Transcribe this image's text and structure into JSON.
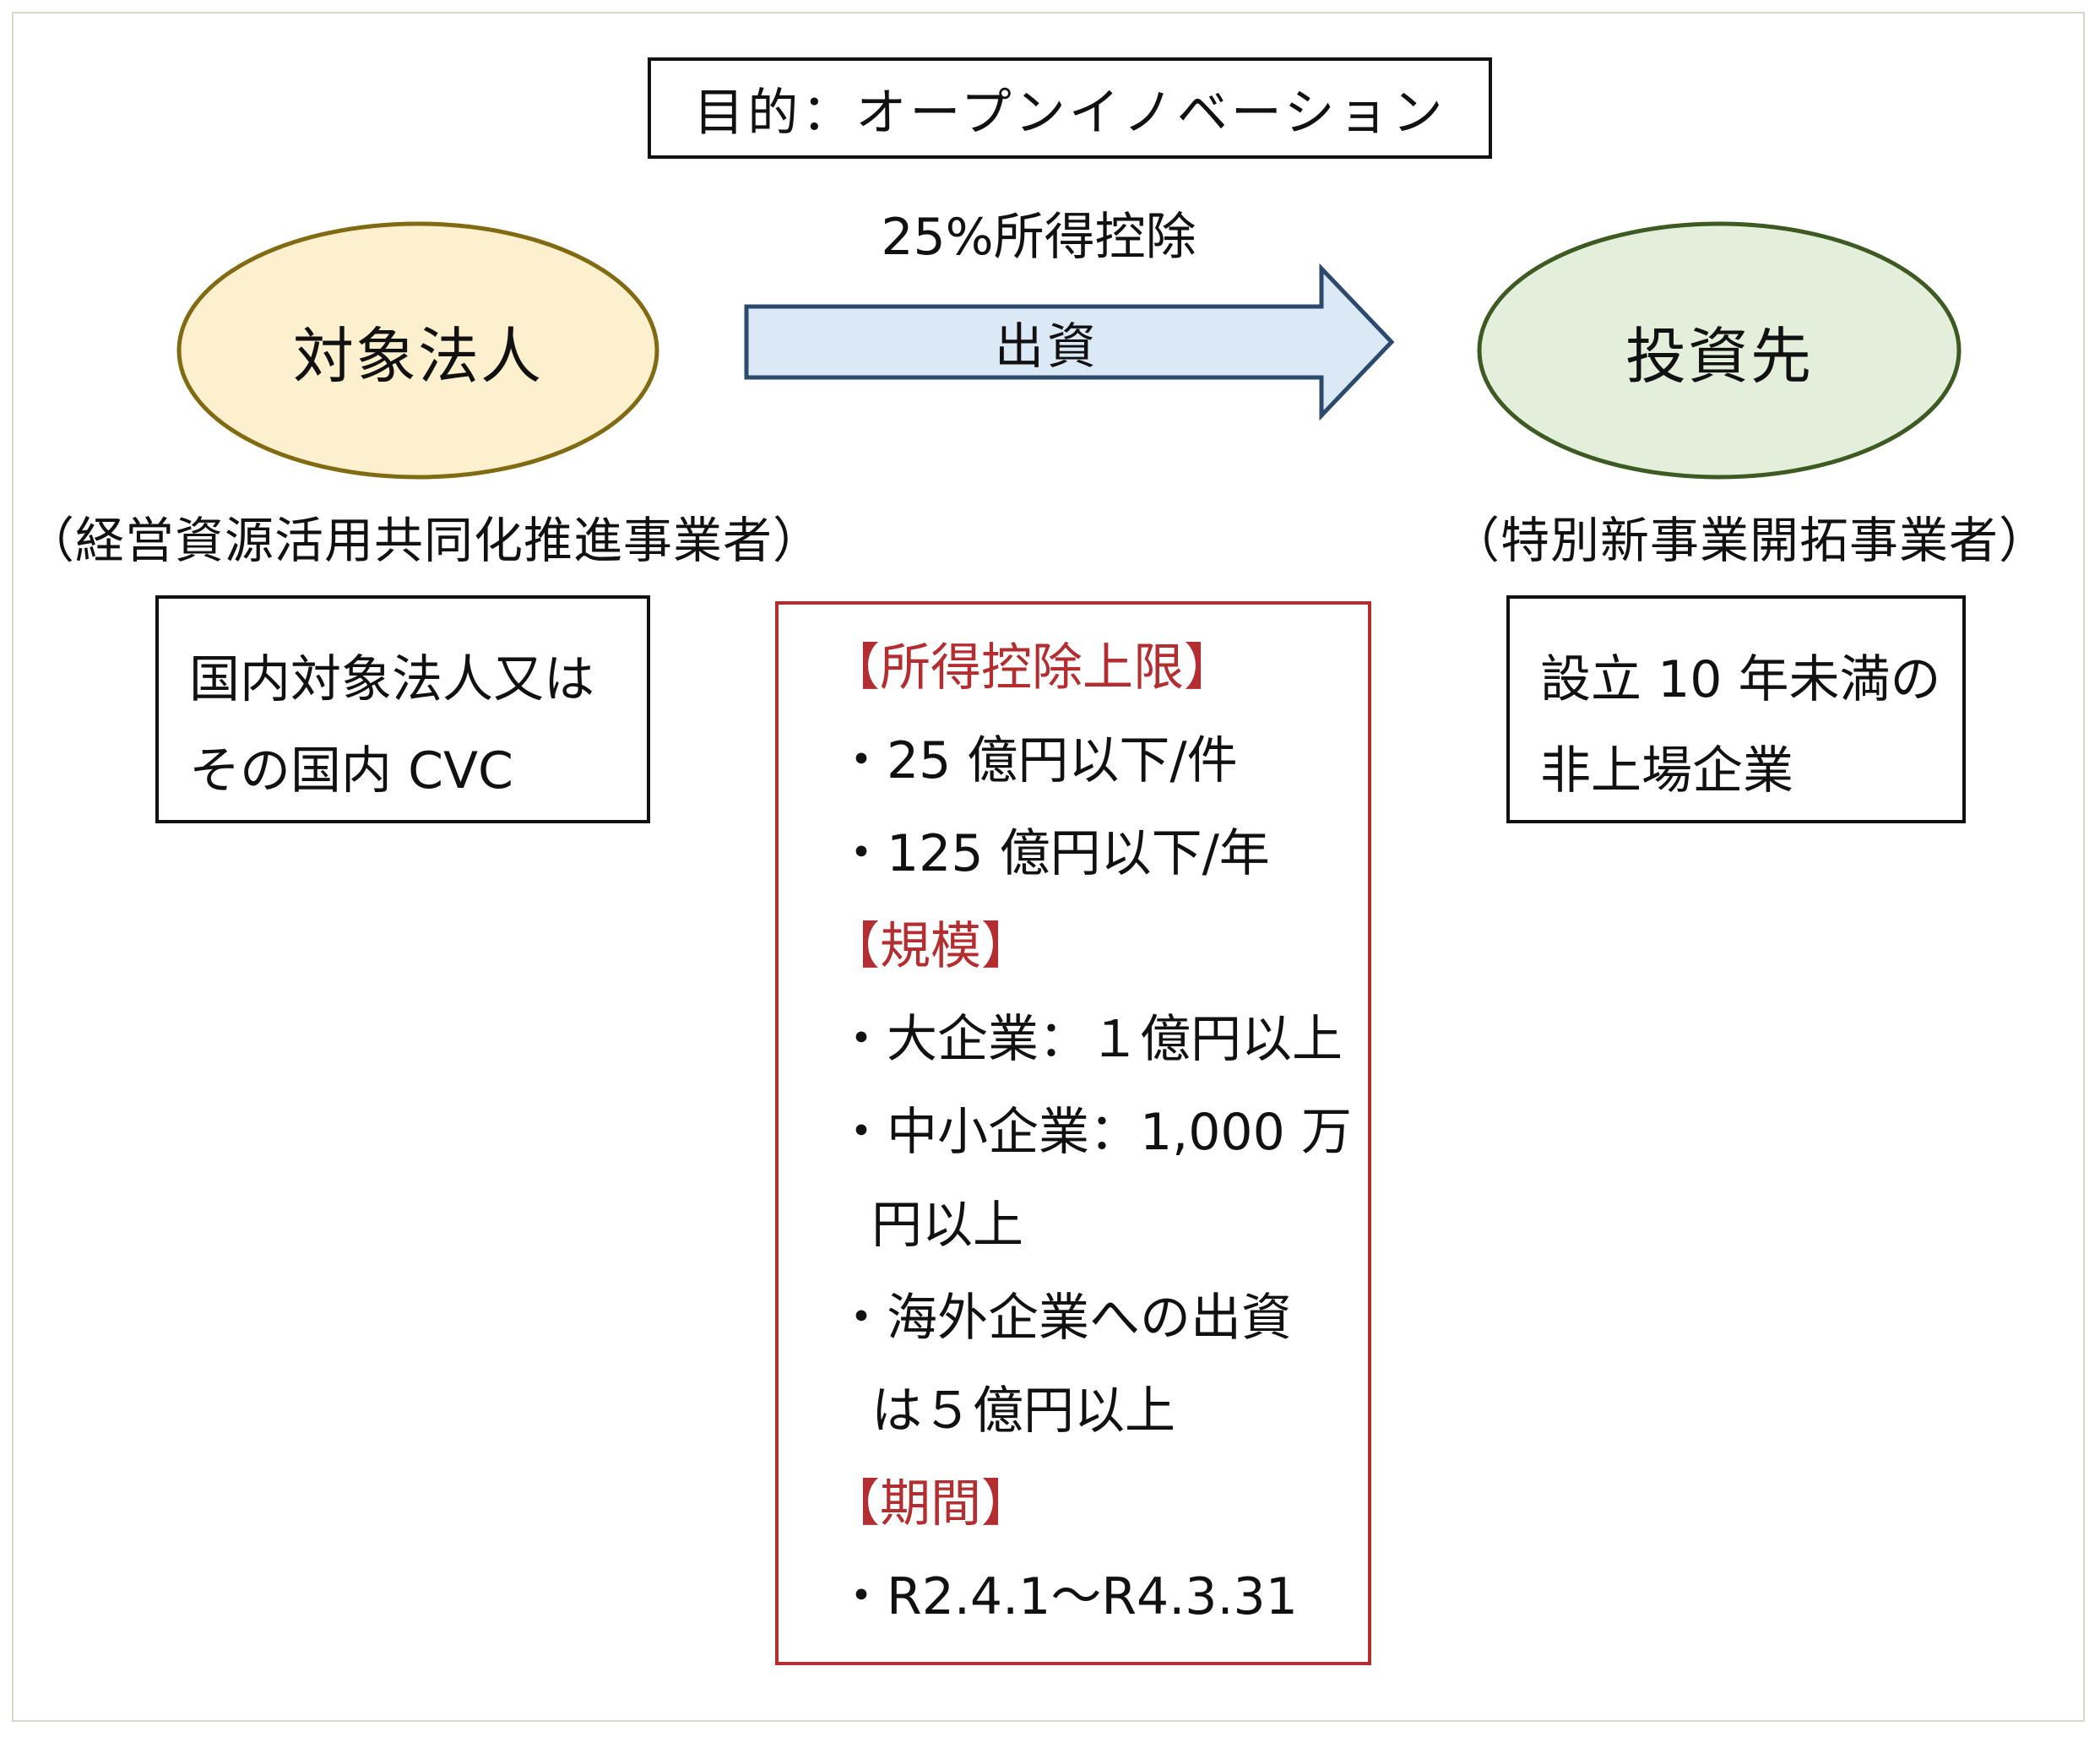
{
  "purpose": "目的：オープンイノベーション",
  "deduction_rate": "25%所得控除",
  "arrow_label": "出資",
  "investor": {
    "name": "対象法人",
    "subtitle": "（経営資源活用共同化推進事業者）",
    "requirements": [
      "国内対象法人又は",
      "その国内 CVC"
    ]
  },
  "investee": {
    "name": "投資先",
    "subtitle": "（特別新事業開拓事業者）",
    "requirements": [
      "設立 10 年未満の",
      "非上場企業"
    ]
  },
  "conditions": {
    "cap_heading": "【所得控除上限】",
    "cap_per_case": "・25 億円以下/件",
    "cap_per_year": "・125 億円以下/年",
    "scale_heading": "【規模】",
    "scale_large": "・大企業：１億円以上",
    "scale_sme_line1": "・中小企業：1,000 万",
    "scale_sme_line2": "円以上",
    "scale_foreign_line1": "・海外企業への出資",
    "scale_foreign_line2": "は５億円以上",
    "period_heading": "【期間】",
    "period_value": "・R2.4.1～R4.3.31"
  },
  "colors": {
    "investor_fill": "#fdf0cf",
    "investor_stroke": "#806a12",
    "investee_fill": "#e3eedb",
    "investee_stroke": "#3d5a23",
    "arrow_fill": "#dbe8f6",
    "arrow_stroke": "#2b4a6e",
    "conditions_border": "#b32e30"
  }
}
